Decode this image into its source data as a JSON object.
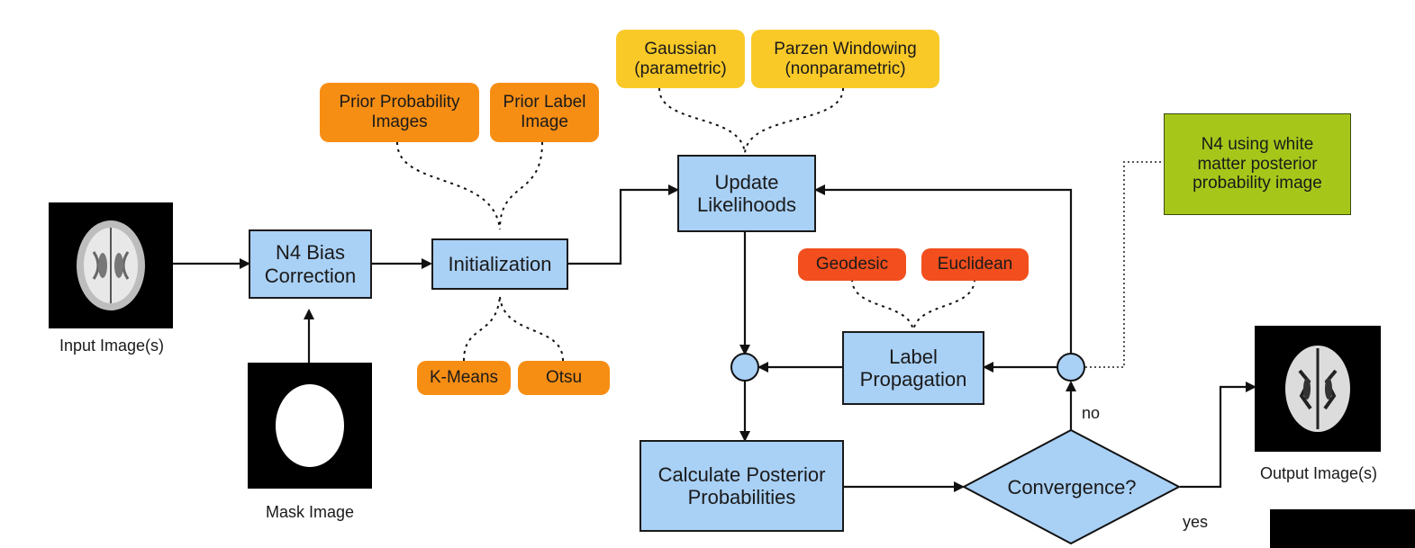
{
  "nodes": {
    "input_caption": "Input Image(s)",
    "mask_caption": "Mask Image",
    "output_caption": "Output Image(s)",
    "n4_bias": "N4 Bias\nCorrection",
    "initialization": "Initialization",
    "update_likelihoods": "Update\nLikelihoods",
    "label_propagation": "Label\nPropagation",
    "calc_posterior": "Calculate Posterior\nProbabilities",
    "convergence": "Convergence?",
    "prior_prob": "Prior Probability\nImages",
    "prior_label": "Prior Label\nImage",
    "kmeans": "K-Means",
    "otsu": "Otsu",
    "gaussian": "Gaussian\n(parametric)",
    "parzen": "Parzen Windowing\n(nonparametric)",
    "geodesic": "Geodesic",
    "euclidean": "Euclidean",
    "n4_white": "N4 using white\nmatter posterior\nprobability image"
  },
  "edge_labels": {
    "no": "no",
    "yes": "yes"
  },
  "colors": {
    "blue": "#a9d0f5",
    "yellow": "#f9c928",
    "orange": "#f78e14",
    "red": "#f24e1e",
    "green": "#a6c71a"
  }
}
